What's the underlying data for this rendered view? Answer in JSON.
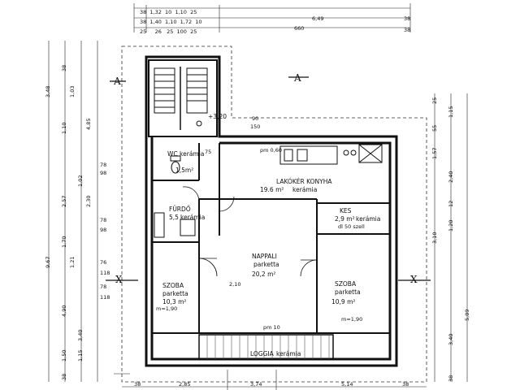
{
  "rooms": {
    "wc": {
      "name": "WC",
      "floor": "kerámia",
      "area": "1,5m²"
    },
    "lakokonyha": {
      "name": "LAKÓKÉR KONYHA",
      "area": "19.6 m²",
      "floor": "kerámia"
    },
    "furdo": {
      "name": "FÜRDŐ",
      "floor": "kerámia",
      "area": "5,5"
    },
    "kes": {
      "name": "KES",
      "floor": "kerámia",
      "area": "2,9 m²"
    },
    "nappali": {
      "name": "NAPPALI",
      "floor": "parketta",
      "area": "20,2 m²"
    },
    "szoba_left": {
      "name": "SZOBA",
      "floor": "parketta",
      "area": "10,3 m²"
    },
    "szoba_right": {
      "name": "SZOBA",
      "floor": "parketta",
      "area": "10,9 m²"
    },
    "loggia": {
      "name": "LOGGIA",
      "floor": "kerámia"
    },
    "stair": {
      "level": "+3,20"
    }
  },
  "dims_top": {
    "row1": [
      "38",
      "1,32",
      "10",
      "1,10",
      "25"
    ],
    "row2": [
      "38",
      "1,40",
      "1,10",
      "1,72",
      "10",
      "6,49",
      "38"
    ],
    "row3": [
      "25",
      "26",
      "25",
      "100",
      "25",
      "660",
      "38"
    ]
  },
  "dims_left": [
    "3,48",
    "4,85",
    "2,30",
    "9,67",
    "4,90",
    "3,40",
    "1,50",
    "38",
    "1,03",
    "1,10",
    "2,57",
    "1,70",
    "1,02",
    "1,15",
    "1,21",
    "38"
  ],
  "dims_right": [
    "1,57",
    "2,40",
    "3,10",
    "5,09",
    "3,40",
    "1,20",
    "12",
    "55",
    "38",
    "25",
    "1,15"
  ],
  "dims_bottom": [
    "38",
    "2,85",
    "3,74",
    "5,14",
    "38"
  ],
  "annotations": {
    "pm60": "pm 0,60",
    "dl50": "dl 50 szell",
    "d110": "2,10",
    "pm10": "pm 10",
    "n90": "90",
    "n150": "150",
    "n75": "75",
    "n78a": "78",
    "n98a": "98",
    "n78b": "78",
    "n98b": "98",
    "n76": "76",
    "n118a": "118",
    "n78c": "78",
    "n118b": "118",
    "m190a": "m=1,90",
    "m190b": "m=1,90"
  },
  "markers": {
    "a": "A",
    "x": "X"
  },
  "colors": {
    "line": "#111111",
    "wall": "#222222",
    "hatch": "#555555"
  }
}
